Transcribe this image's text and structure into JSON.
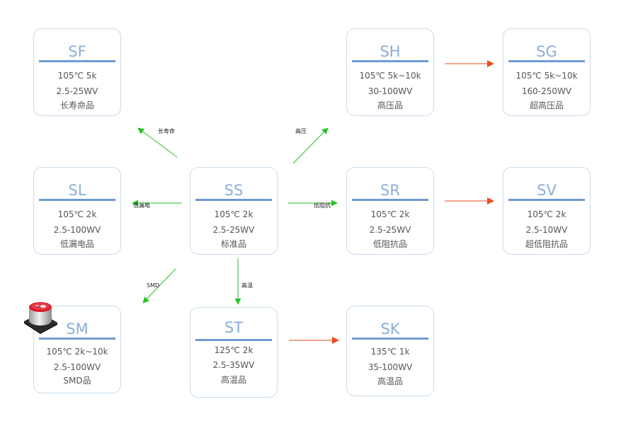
{
  "nodes": {
    "sf": {
      "code": "SF",
      "l1": "105℃ 5k",
      "l2": "2.5-25WV",
      "l3": "长寿命品"
    },
    "sh": {
      "code": "SH",
      "l1": "105℃ 5k~10k",
      "l2": "30-100WV",
      "l3": "高压品"
    },
    "sg": {
      "code": "SG",
      "l1": "105℃ 5k~10k",
      "l2": "160-250WV",
      "l3": "超高压品"
    },
    "sl": {
      "code": "SL",
      "l1": "105℃ 2k",
      "l2": "2.5-100WV",
      "l3": "低漏电品"
    },
    "ss": {
      "code": "SS",
      "l1": "105℃ 2k",
      "l2": "2.5-25WV",
      "l3": "标准品"
    },
    "sr": {
      "code": "SR",
      "l1": "105℃ 2k",
      "l2": "2.5-25WV",
      "l3": "低阻抗品"
    },
    "sv": {
      "code": "SV",
      "l1": "105℃ 2k",
      "l2": "2.5-10WV",
      "l3": "超低阻抗品"
    },
    "sm": {
      "code": "SM",
      "l1": "105℃ 2k~10k",
      "l2": "2.5-100WV",
      "l3": "SMD品"
    },
    "st": {
      "code": "ST",
      "l1": "125℃ 2k",
      "l2": "2.5-35WV",
      "l3": "高温品"
    },
    "sk": {
      "code": "SK",
      "l1": "135℃ 1k",
      "l2": "35-100WV",
      "l3": "高温品"
    }
  },
  "edges": {
    "to_sf": "长寿命",
    "to_sh": "高压",
    "to_sl": "低漏电",
    "to_sr": "低阻抗",
    "to_sm": "SMD",
    "to_st": "高温"
  },
  "colors": {
    "green_arrow": "#22c322",
    "red_arrow": "#f04a1c",
    "card_border": "#c9dcec",
    "code_text": "#8aaed8",
    "underline": "#6e9ad2"
  },
  "icons": {
    "sm_product": "capacitor-icon"
  }
}
